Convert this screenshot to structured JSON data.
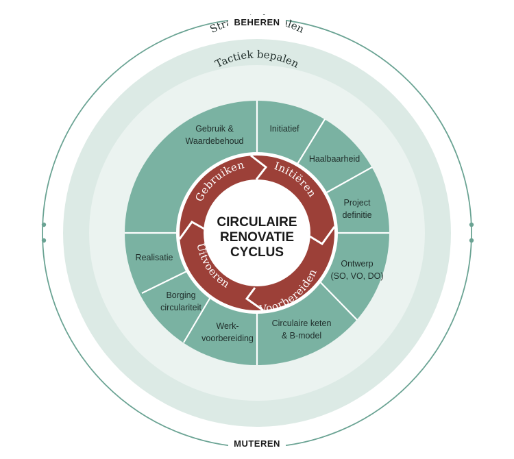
{
  "top_label": "BEHEREN",
  "bottom_label": "MUTEREN",
  "outer_ring_label": "Strategie bepalen",
  "inner_ring_label": "Tactiek bepalen",
  "center": {
    "line1": "CIRCULAIRE",
    "line2": "RENOVATIE",
    "line3": "CYCLUS"
  },
  "phases": {
    "gebruiken": "Gebruiken",
    "initieren": "Initiëren",
    "voorbereiden": "Voorbereiden",
    "uitvoeren": "Uitvoeren"
  },
  "segments": {
    "gebruik": {
      "line1": "Gebruik &",
      "line2": "Waardebehoud"
    },
    "initiatief": {
      "line1": "Initiatief"
    },
    "haalbaarheid": {
      "line1": "Haalbaarheid"
    },
    "project": {
      "line1": "Project",
      "line2": "definitie"
    },
    "ontwerp": {
      "line1": "Ontwerp",
      "line2": "(SO, VO, DO)"
    },
    "keten": {
      "line1": "Circulaire keten",
      "line2": "& B-model"
    },
    "werk": {
      "line1": "Werk-",
      "line2": "voorbereiding"
    },
    "borging": {
      "line1": "Borging",
      "line2": "circulariteit"
    },
    "realisatie": {
      "line1": "Realisatie"
    }
  },
  "colors": {
    "outer_ring": "#dceae5",
    "inner_ring": "#ebf3f0",
    "segment": "#7ab2a2",
    "phase": "#9c4038",
    "line": "#6aa393"
  }
}
